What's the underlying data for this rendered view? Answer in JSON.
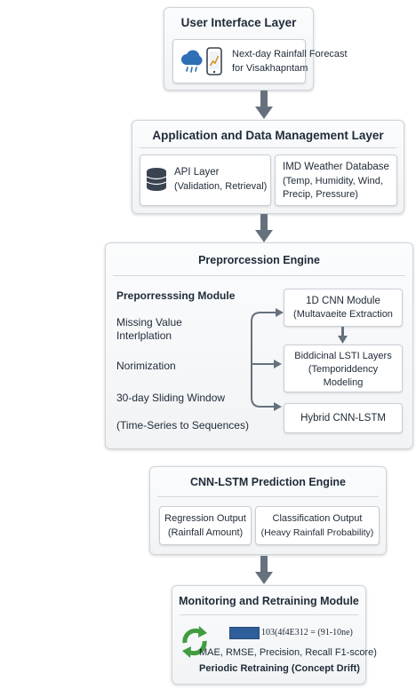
{
  "ui_layer": {
    "title": "User Interface Layer",
    "forecast_line1": "Next-day Rainfall Forecast",
    "forecast_line2": "for Visakhapntam"
  },
  "app_layer": {
    "title": "Application and Data Management Layer",
    "api_title": "API Layer",
    "api_sub": "(Validation, Retrieval)",
    "imd_title": "IMD Weather Database",
    "imd_line1": "(Temp, Humidity, Wind,",
    "imd_line2": "Precip, Pressure)"
  },
  "pre_layer": {
    "title": "Preprorcession Engine",
    "module_title": "Preporresssing Module",
    "missing_line1": "Missing Value",
    "missing_line2": "Interlplation",
    "norm": "Norimization",
    "sliding": "30-day Sliding Window",
    "sequences": "(Time-Series to Sequences)",
    "cnn_line1": "1D CNN Module",
    "cnn_line2": "(Multavaeite Extraction",
    "lstm_line1": "Biddicinal LSTI Layers",
    "lstm_line2": "(Temporiddency",
    "lstm_line3": "Modeling",
    "hybrid": "Hybrid CNN-LSTM"
  },
  "pred_layer": {
    "title": "CNN-LSTM Prediction Engine",
    "reg_line1": "Regression Output",
    "reg_line2": "(Rainfall Amount)",
    "cls_line1": "Classification Output",
    "cls_line2": "(Heavy Rainfall Probability)"
  },
  "mon_layer": {
    "title": "Monitoring and Retraining Module",
    "formula": "103(4f4E312 = (91-10ne)",
    "metrics": "MAE, RMSE, Precision, Recall F1-score)",
    "retrain": "Periodic Retraining (Concept Drift)"
  },
  "colors": {
    "arrow": "#66717d",
    "cloud": "#2e6fb5",
    "retrain_green": "#3f9d3f",
    "db": "#3a4450"
  }
}
